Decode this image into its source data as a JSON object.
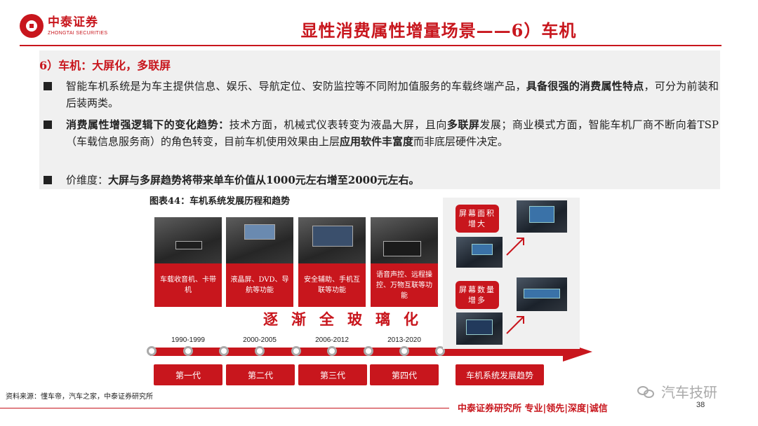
{
  "header": {
    "logo_cn": "中泰证券",
    "logo_en": "ZHONGTAI SECURITIES",
    "title": "显性消费属性增量场景——6）车机"
  },
  "section": {
    "heading": "6）车机：大屏化，多联屏",
    "bullets": [
      {
        "parts": [
          "智能车机系统是为车主提供信息、娱乐、导航定位、安防监控等不同附加值服务的车载终端产品，",
          "具备很强的消费属性特点",
          "，可分为前装和后装两类。"
        ]
      },
      {
        "parts": [
          "消费属性增强逻辑下的变化趋势：",
          "技术方面，机械式仪表转变为液晶大屏，且向",
          "多联屏",
          "发展；商业模式方面，智能车机厂商不断向着TSP（车载信息服务商）的角色转变，目前车机使用效果由上层",
          "应用软件丰富度",
          "而非底层硬件决定。"
        ]
      },
      {
        "parts": [
          "价维度：",
          "大屏与多屏趋势将带来单车价值从1000元左右增至2000元左右。"
        ]
      }
    ]
  },
  "figure": {
    "caption": "图表44：车机系统发展历程和趋势",
    "eras": [
      {
        "years": "1990-1999",
        "desc": "车载收音机、卡带机",
        "generation": "第一代"
      },
      {
        "years": "2000-2005",
        "desc": "液晶屏、DVD、导航等功能",
        "generation": "第二代"
      },
      {
        "years": "2006-2012",
        "desc": "安全辅助、手机互联等功能",
        "generation": "第三代"
      },
      {
        "years": "2013-2020",
        "desc": "语音声控、远程操控、万物互联等功能",
        "generation": "第四代"
      }
    ],
    "glass_text": "逐渐全玻璃化",
    "trend": {
      "label_1": "屏幕面积增大",
      "label_2": "屏幕数量增多",
      "button": "车机系统发展趋势"
    }
  },
  "footer": {
    "source": "资料来源：懂车帝，汽车之家，中泰证券研究所",
    "institute": "中泰证券研究所 专业|领先|深度|诚信",
    "page": "38",
    "watermark": "汽车技研"
  },
  "colors": {
    "brand_red": "#c8161d",
    "panel_gray": "#f0f0f0"
  }
}
